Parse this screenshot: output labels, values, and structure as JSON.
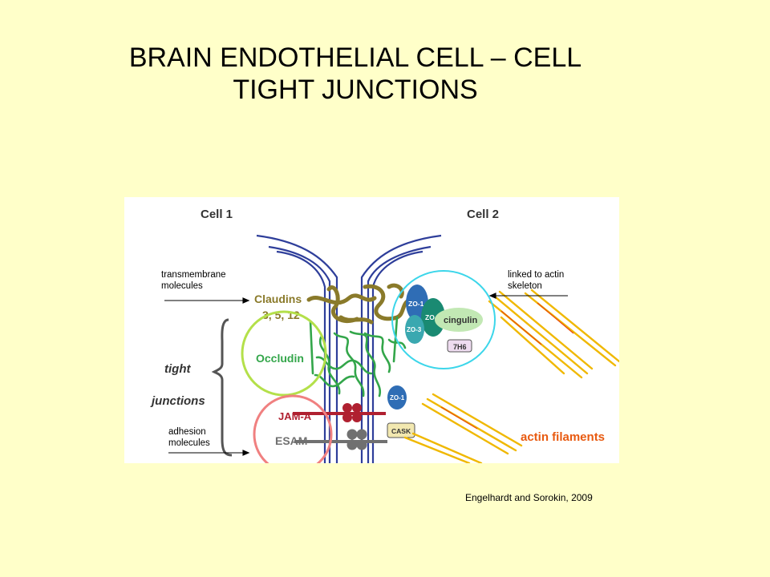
{
  "slide": {
    "title_line1": "BRAIN ENDOTHELIAL CELL – CELL",
    "title_line2": "TIGHT JUNCTIONS",
    "citation": "Engelhardt and Sorokin, 2009"
  },
  "diagram": {
    "cell1": "Cell 1",
    "cell2": "Cell 2",
    "claudins": "Claudins",
    "claudins_nums": "3, 5, 12",
    "occludin": "Occludin",
    "jama": "JAM-A",
    "esam": "ESAM",
    "zo1": "ZO-1",
    "zo2": "ZO-2",
    "zo3": "ZO-3",
    "zo1b": "ZO-1",
    "cingulin": "cingulin",
    "sevenh6": "7H6",
    "cask": "CASK",
    "actin": "actin filaments",
    "tight": "tight",
    "junctions": "junctions"
  },
  "annotations": {
    "transmembrane_1": "transmembrane",
    "transmembrane_2": "molecules",
    "linked_1": "linked to actin",
    "linked_2": "skeleton",
    "adhesion_1": "adhesion",
    "adhesion_2": "molecules"
  },
  "colors": {
    "background": "#ffffc9",
    "membrane": "#2e3e9a",
    "claudin": "#8a7a2a",
    "occludin": "#33a64a",
    "jam": "#b02030",
    "esam": "#707070",
    "zo": "#2f6db5",
    "teal": "#1aa08a",
    "actin": "#f0b800",
    "green_circle": "#b4e04a",
    "cyan_circle": "#3cd6ea",
    "red_circle": "#f08080"
  }
}
